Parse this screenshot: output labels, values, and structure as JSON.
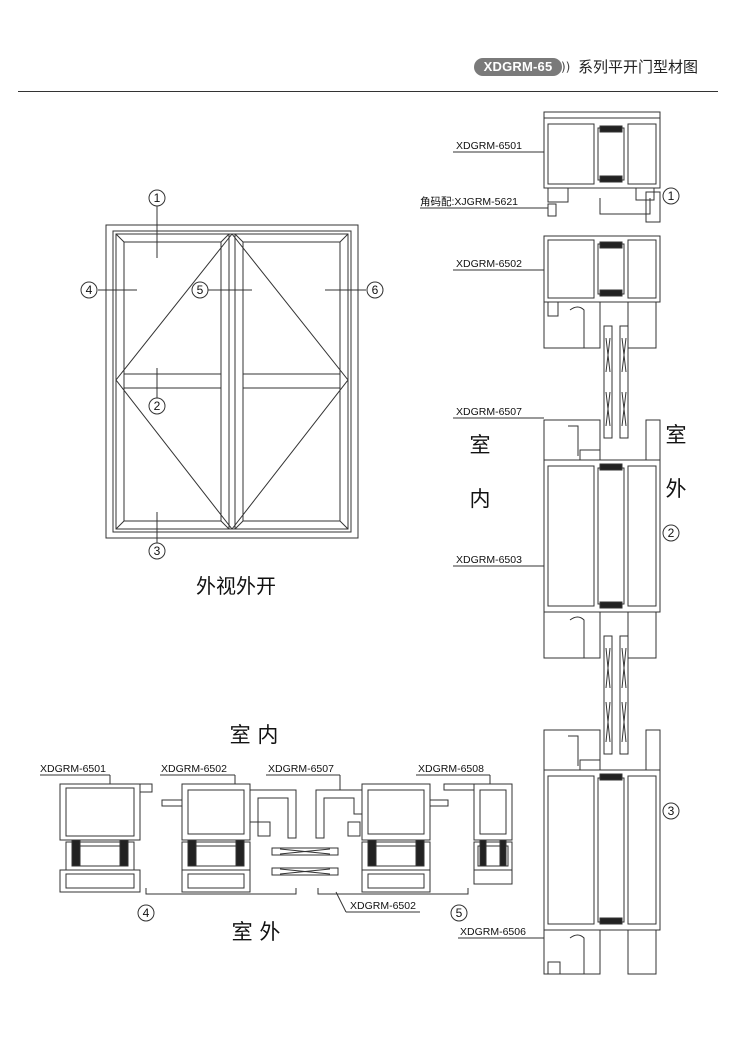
{
  "header": {
    "badge": "XDGRM-65",
    "arrows": "))",
    "title": "系列平开门型材图"
  },
  "elevation": {
    "caption": "外视外开",
    "markers": [
      "1",
      "2",
      "3",
      "4",
      "5",
      "6"
    ]
  },
  "vertical_section": {
    "labels": [
      "XDGRM-6501",
      "角码配:XJGRM-5621",
      "XDGRM-6502",
      "XDGRM-6507",
      "XDGRM-6503",
      "XDGRM-6506"
    ],
    "inside": [
      "室",
      "内"
    ],
    "outside": [
      "室",
      "外"
    ],
    "markers": [
      "1",
      "2",
      "3"
    ]
  },
  "horizontal_section": {
    "inside": "室 内",
    "outside": "室 外",
    "labels_top": [
      "XDGRM-6501",
      "XDGRM-6502",
      "XDGRM-6507",
      "XDGRM-6508"
    ],
    "label_bottom": "XDGRM-6502",
    "markers": [
      "4",
      "5"
    ]
  },
  "colors": {
    "line": "#333333",
    "badge": "#7a7a7a",
    "dark_fill": "#222222"
  }
}
